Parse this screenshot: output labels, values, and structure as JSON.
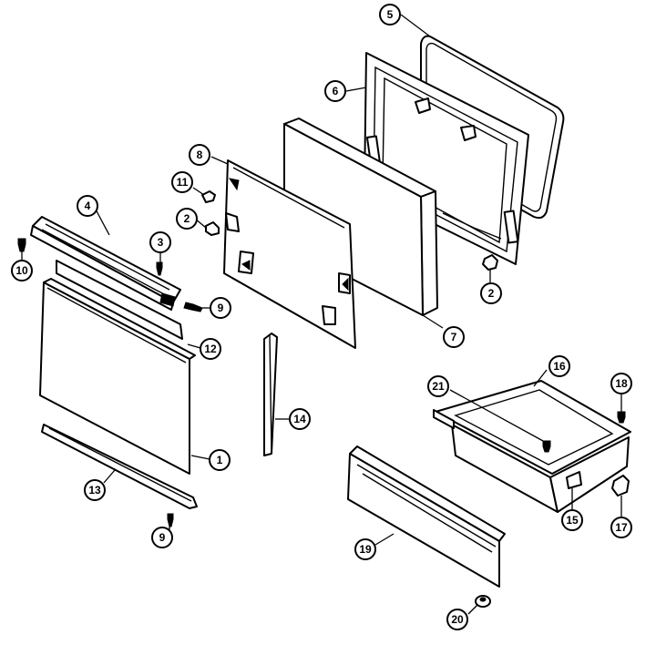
{
  "callouts": [
    {
      "id": "c5",
      "label": "5"
    },
    {
      "id": "c6",
      "label": "6"
    },
    {
      "id": "c8",
      "label": "8"
    },
    {
      "id": "c11",
      "label": "11"
    },
    {
      "id": "c2a",
      "label": "2"
    },
    {
      "id": "c4",
      "label": "4"
    },
    {
      "id": "c3",
      "label": "3"
    },
    {
      "id": "c10",
      "label": "10"
    },
    {
      "id": "c9a",
      "label": "9"
    },
    {
      "id": "c12",
      "label": "12"
    },
    {
      "id": "c2b",
      "label": "2"
    },
    {
      "id": "c7",
      "label": "7"
    },
    {
      "id": "c14",
      "label": "14"
    },
    {
      "id": "c1",
      "label": "1"
    },
    {
      "id": "c13",
      "label": "13"
    },
    {
      "id": "c9b",
      "label": "9"
    },
    {
      "id": "c16",
      "label": "16"
    },
    {
      "id": "c18",
      "label": "18"
    },
    {
      "id": "c21",
      "label": "21"
    },
    {
      "id": "c15",
      "label": "15"
    },
    {
      "id": "c17",
      "label": "17"
    },
    {
      "id": "c19",
      "label": "19"
    },
    {
      "id": "c20",
      "label": "20"
    }
  ]
}
